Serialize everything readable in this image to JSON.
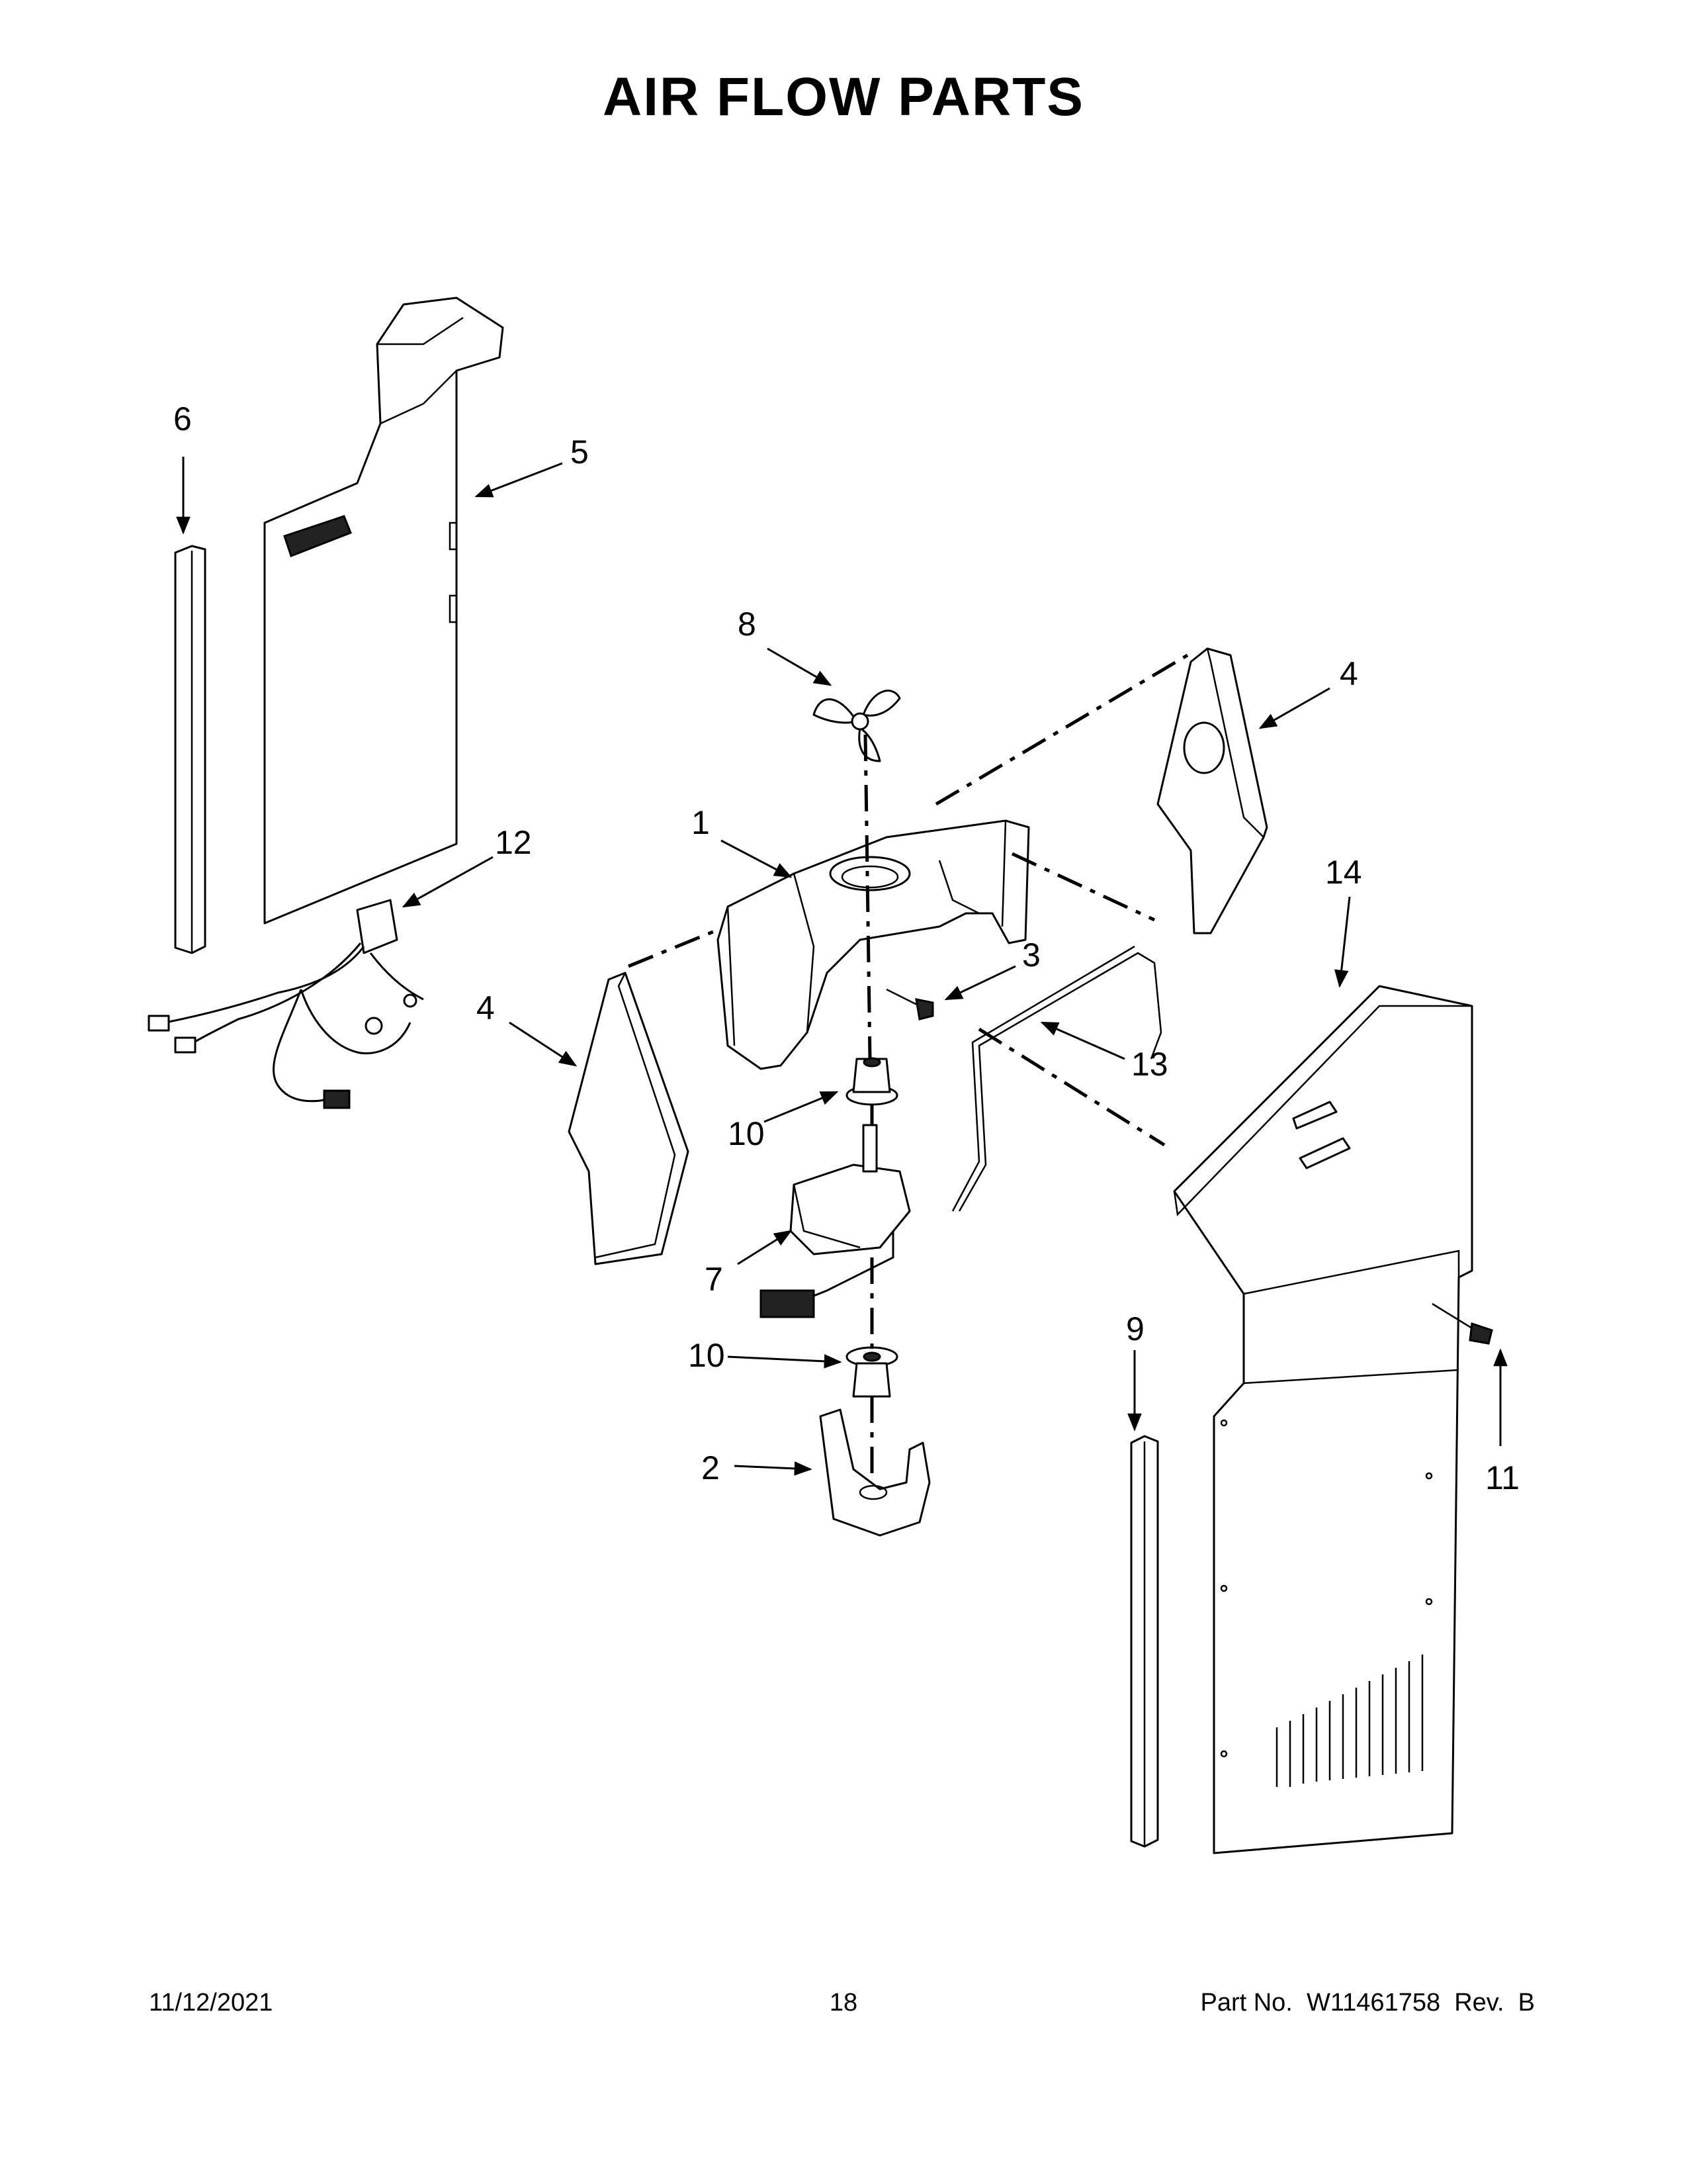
{
  "title": "AIR FLOW PARTS",
  "callouts": {
    "c1": "1",
    "c2": "2",
    "c3": "3",
    "c4a": "4",
    "c4b": "4",
    "c5": "5",
    "c6": "6",
    "c7": "7",
    "c8": "8",
    "c9": "9",
    "c10a": "10",
    "c10b": "10",
    "c11": "11",
    "c12": "12",
    "c13": "13",
    "c14": "14"
  },
  "footer": {
    "date": "11/12/2021",
    "page": "18",
    "part_no": "Part No.  W11461758  Rev.  B"
  }
}
